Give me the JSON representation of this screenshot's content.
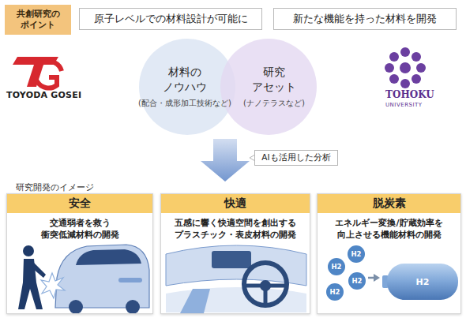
{
  "diagram": {
    "nodes": [
      {
        "text": [
          "共創研究の ポイント"
        ]
      },
      {
        "text": [
          "原子レベルでの材料設計が可能に"
        ]
      },
      {
        "text": [
          "新たな機能を持った材料を開発"
        ]
      },
      {
        "text": [
          "材料の ノウハウ",
          "(配合・成形加工技術など)"
        ]
      },
      {
        "text": [
          "研究 アセット",
          "(ナノテラスなど)"
        ]
      },
      {
        "text": [
          "AIも活用した分析"
        ]
      },
      {
        "text": [
          "安全",
          "交通弱者を救う 衝突低減材料の開発"
        ]
      },
      {
        "text": [
          "快適",
          "五感に響く快適空間を創出する プラスチック・表皮材料の開発"
        ]
      },
      {
        "text": [
          "脱炭素",
          "エネルギー変換/貯蔵効率を 向上させる機能材料の開発"
        ]
      }
    ],
    "labels": [
      "研究開発のイメージ",
      "TOYODA GOSEI",
      "TOHOKU",
      "UNIVERSITY",
      "H2",
      "H2",
      "H2",
      "H2",
      "H2"
    ]
  }
}
